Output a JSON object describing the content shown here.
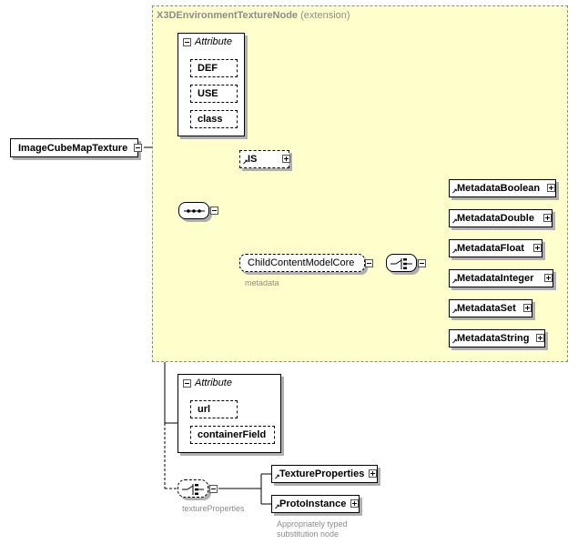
{
  "diagram": {
    "root": {
      "label": "ImageCubeMapTexture"
    },
    "extension": {
      "name": "X3DEnvironmentTextureNode",
      "suffix": "(extension)"
    },
    "attributes_top": {
      "header": "Attribute",
      "items": [
        "DEF",
        "USE",
        "class"
      ]
    },
    "is_node": {
      "label": "IS"
    },
    "child_group": {
      "label": "ChildContentModelCore",
      "caption": "metadata"
    },
    "metadata_items": [
      "MetadataBoolean",
      "MetadataDouble",
      "MetadataFloat",
      "MetadataInteger",
      "MetadataSet",
      "MetadataString"
    ],
    "attributes_bottom": {
      "header": "Attribute",
      "items": [
        "url",
        "containerField"
      ]
    },
    "choice_bottom": {
      "caption": "textureProperties"
    },
    "texture_items": [
      "TextureProperties",
      "ProtoInstance"
    ],
    "texture_caption": [
      "Appropriately typed",
      "substitution node"
    ]
  },
  "colors": {
    "extension_fill": "#ffffcc",
    "shadow": "#b0b0b0",
    "caption": "#8c8c8c"
  }
}
